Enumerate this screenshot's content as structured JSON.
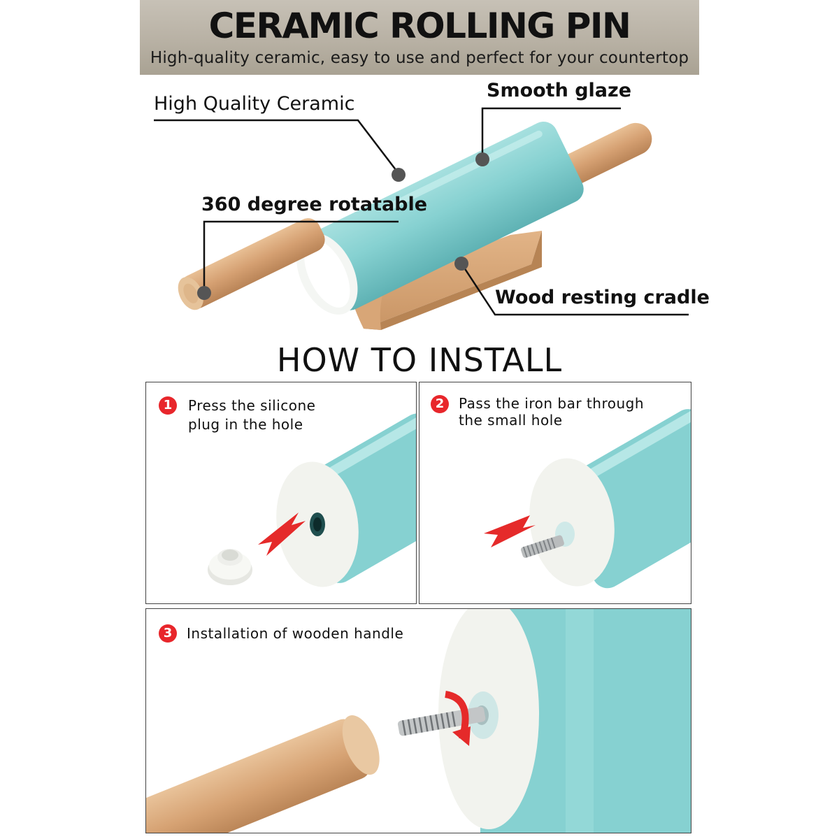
{
  "banner": {
    "title": "CERAMIC ROLLING PIN",
    "subtitle": "High-quality ceramic, easy to use and perfect for your countertop"
  },
  "callouts": {
    "high_quality": "High Quality Ceramic",
    "smooth_glaze": "Smooth glaze",
    "rotatable": "360 degree rotatable",
    "cradle": "Wood resting cradle"
  },
  "install": {
    "title": "HOW TO INSTALL",
    "steps": [
      {
        "number": "1",
        "line1": "Press the silicone",
        "line2": "plug in the hole"
      },
      {
        "number": "2",
        "line1": "Pass the iron bar through",
        "line2": "the small hole"
      },
      {
        "number": "3",
        "line1": "Installation of wooden handle",
        "line2": ""
      }
    ]
  },
  "colors": {
    "ceramic": "#86d1d1",
    "wood": "#d8a679",
    "badge": "#e8262b",
    "arrow": "#e52a2a"
  }
}
